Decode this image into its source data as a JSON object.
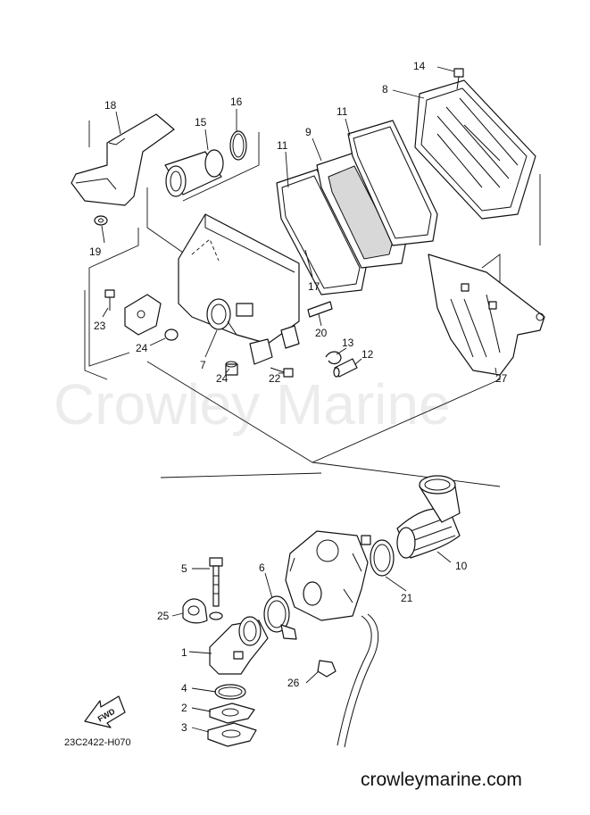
{
  "diagram_code": "23C2422-H070",
  "watermark": "Crowley Marine",
  "website": "crowleymarine.com",
  "fwd_label": "FWD",
  "callouts": [
    "1",
    "2",
    "3",
    "4",
    "5",
    "6",
    "7",
    "8",
    "9",
    "10",
    "11",
    "11",
    "12",
    "13",
    "14",
    "15",
    "16",
    "17",
    "18",
    "19",
    "20",
    "21",
    "22",
    "23",
    "24",
    "24",
    "25",
    "26",
    "27"
  ]
}
